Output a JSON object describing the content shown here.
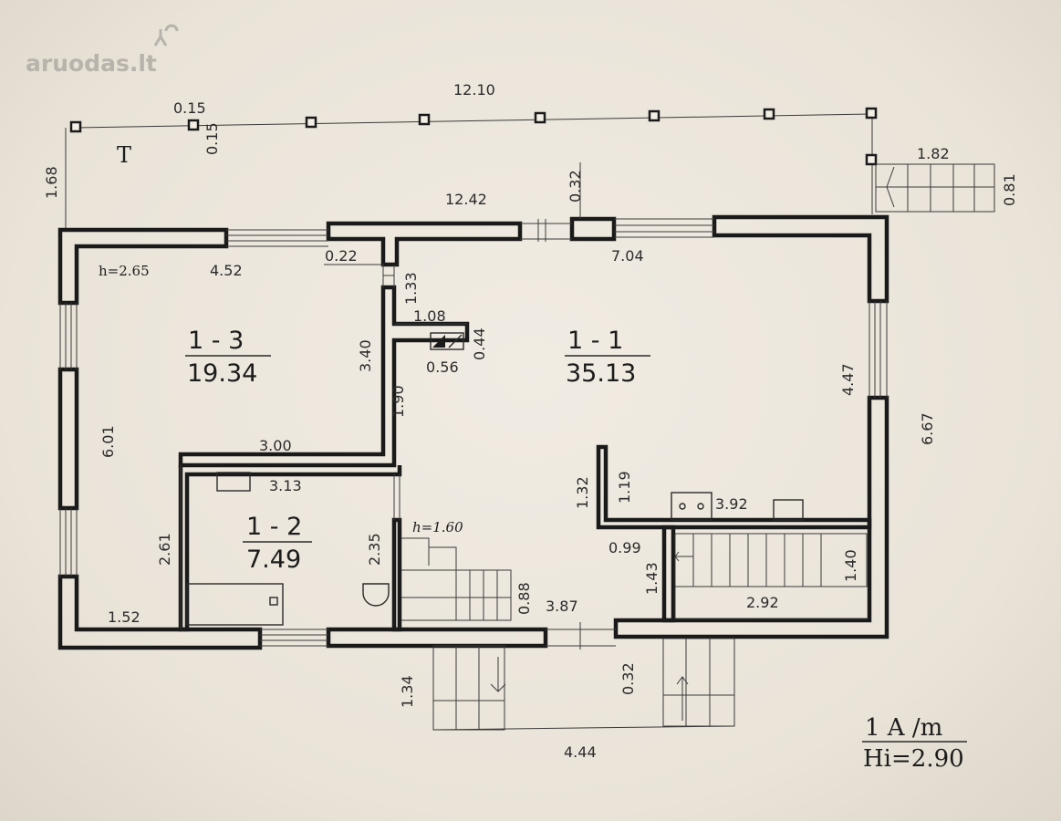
{
  "watermark": "aruodas.lt",
  "terrace_label": "T",
  "heights": {
    "room13": "h=2.65",
    "stairs": "h=1.60"
  },
  "rooms": [
    {
      "id": "1 - 1",
      "area": "35.13"
    },
    {
      "id": "1 - 2",
      "area": "7.49"
    },
    {
      "id": "1 - 3",
      "area": "19.34"
    }
  ],
  "dimensions": {
    "terrace_width": "12.10",
    "post_w": "0.15",
    "post_h": "0.15",
    "terrace_depth": "1.68",
    "outer_width": "12.42",
    "chimney_w": "0.32",
    "steps_w": "1.82",
    "steps_d": "0.81",
    "r13_width": "4.52",
    "wall_022": "0.22",
    "d133": "1.33",
    "d108": "1.08",
    "d044": "0.44",
    "d056": "0.56",
    "d340": "3.40",
    "d190": "1.90",
    "r11_width": "7.04",
    "r11_depth": "4.47",
    "total_depth": "6.67",
    "r13_depth": "6.01",
    "d300": "3.00",
    "d313": "3.13",
    "d261": "2.61",
    "d235": "2.35",
    "d152": "1.52",
    "d132": "1.32",
    "d119": "1.19",
    "d392": "3.92",
    "d099": "0.99",
    "d143": "1.43",
    "d140": "1.40",
    "d292": "2.92",
    "d088": "0.88",
    "d387": "3.87",
    "d134": "1.34",
    "d032b": "0.32",
    "d444": "4.44"
  },
  "scale": {
    "top": "1  A /m",
    "bottom": "Hi=2.90"
  }
}
